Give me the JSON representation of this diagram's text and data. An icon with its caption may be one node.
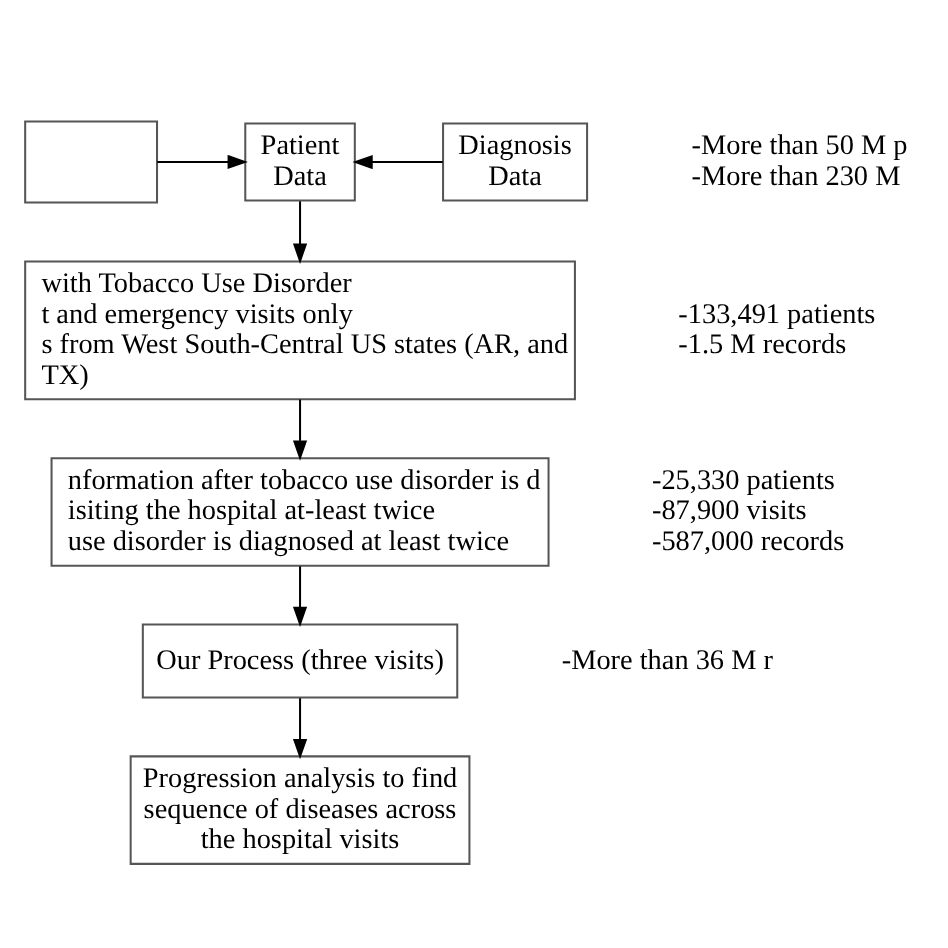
{
  "diagram": {
    "nodes": [
      {
        "text": [],
        "shape": "box"
      },
      {
        "text": [
          "Patient Data"
        ],
        "beside": [
          "-More than 50 M p",
          "-More than 230 M"
        ]
      },
      {
        "text": [
          "Diagnosis Data"
        ]
      },
      {
        "text": [
          "with Tobacco Use Disorder",
          "t and emergency visits only",
          "s from West South-Central US states (AR, and TX)"
        ],
        "beside": [
          "-133,491 patients",
          "-1.5 M records"
        ]
      },
      {
        "text": [
          "nformation after tobacco use disorder is d",
          "isiting the hospital at-least twice",
          "use disorder is diagnosed at least twice"
        ],
        "beside": [
          "-25,330 patients",
          "-87,900 visits",
          "-587,000 records"
        ]
      },
      {
        "text": [
          "Our Process (three visits)"
        ],
        "beside": [
          "-More than 36 M r"
        ]
      },
      {
        "text": [
          "Progression analysis to find sequence of diseases across the hospital visits"
        ]
      }
    ],
    "edges": [
      {
        "from": 0,
        "to": 1,
        "arrow": "to"
      },
      {
        "from": 2,
        "to": 1,
        "arrow": "to"
      },
      {
        "from": 1,
        "to": 3,
        "arrow": "to"
      },
      {
        "from": 3,
        "to": 4,
        "arrow": "to"
      },
      {
        "from": 4,
        "to": 5,
        "arrow": "to"
      },
      {
        "from": 5,
        "to": 6,
        "arrow": "to"
      }
    ]
  }
}
